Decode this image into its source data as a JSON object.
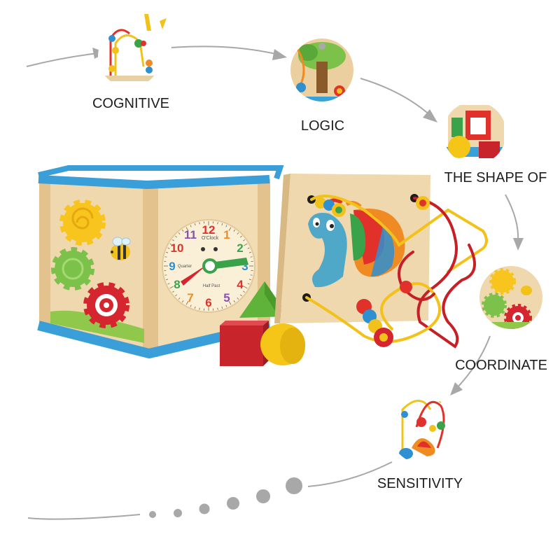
{
  "skills": [
    {
      "label": "COGNITIVE"
    },
    {
      "label": "LOGIC"
    },
    {
      "label": "THE SHAPE OF"
    },
    {
      "label": "COORDINATE"
    },
    {
      "label": "SENSITIVITY"
    }
  ],
  "clock_face": {
    "numbers": [
      "12",
      "1",
      "2",
      "3",
      "4",
      "5",
      "6",
      "7",
      "8",
      "9",
      "10",
      "11"
    ],
    "text_top": "O'Clock",
    "text_left": "Quarter",
    "text_bottom": "Half Past"
  },
  "colors": {
    "frame_blue": "#3a9fd8",
    "wood": "#efd7ae",
    "gear_yellow": "#f7c51e",
    "gear_green": "#7cc24a",
    "gear_red": "#d5262f",
    "block_red": "#c8242b",
    "block_green": "#5fb33a",
    "block_yellow": "#f5c518",
    "path_gray": "#a8a8a8"
  }
}
